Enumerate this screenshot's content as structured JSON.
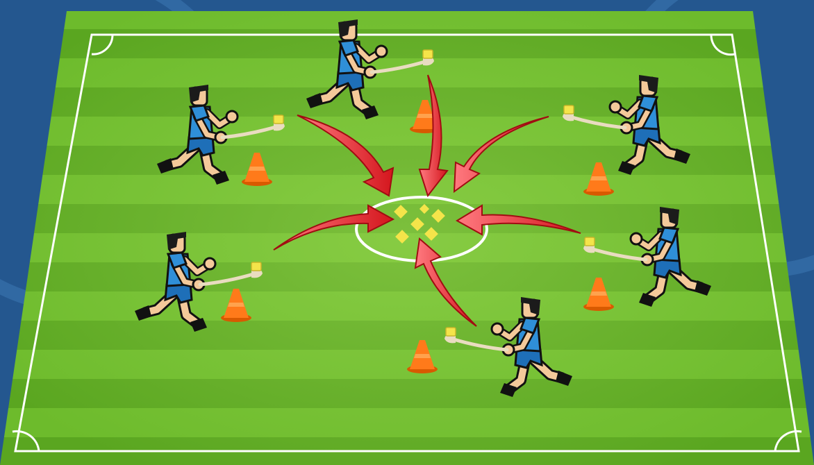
{
  "scene": {
    "subject": "training-drill-diagram",
    "background_color": "#24578f",
    "pitch_colors": {
      "light": "#6dbb2c",
      "dark": "#58a21f",
      "lines": "#ffffff"
    },
    "player_kit": {
      "jersey": "#2f8fd8",
      "shorts": "#1e6fb8",
      "skin": "#f4c99a",
      "hair": "#1b1b1b",
      "boots": "#111111"
    },
    "cone_color": "#ff7a1a",
    "ball_color": "#f4e44a",
    "arrow_color": "#e8252c",
    "player_count": 6,
    "cone_count": 6,
    "ball_count": 6,
    "arrow_count": 6
  }
}
